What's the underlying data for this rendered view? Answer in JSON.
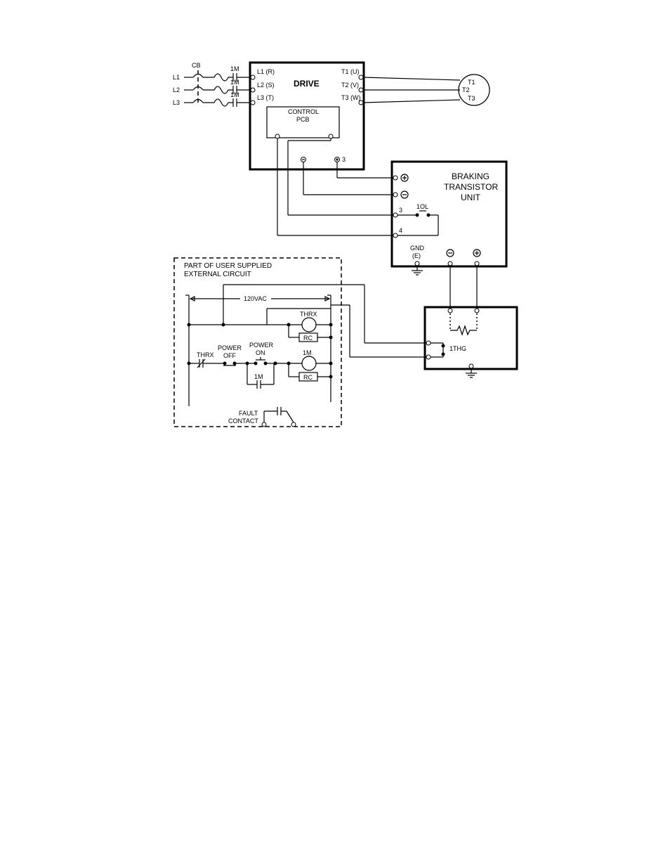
{
  "labels": {
    "cb": "CB",
    "l1": "L1",
    "l2": "L2",
    "l3": "L3",
    "m1a": "1M",
    "m1b": "1M",
    "m1c": "1M",
    "in1": "L1 (R)",
    "in2": "L2 (S)",
    "in3": "L3 (T)",
    "drive": "DRIVE",
    "out1": "T1 (U)",
    "out2": "T2 (V)",
    "out3": "T3 (W)",
    "control1": "CONTROL",
    "control2": "PCB",
    "m_t1": "T1",
    "m_t2": "T2",
    "m_t3": "T3",
    "drv_minus": "⊖",
    "drv_plus": "⊕",
    "drv_3": "3",
    "brk1": "BRAKING",
    "brk2": "TRANSISTOR",
    "brk3": "UNIT",
    "b_plus": "⊕",
    "b_minus": "⊖",
    "b_3": "3",
    "b_4": "4",
    "ol": "1OL",
    "gnd1": "GND",
    "gnd2": "(E)",
    "bot_minus": "⊖",
    "bot_plus": "⊕",
    "ext1": "PART OF USER SUPPLIED",
    "ext2": "EXTERNAL CIRCUIT",
    "vac": "120VAC",
    "thrx_coil": "THRX",
    "rc1": "RC",
    "thrx_cont": "THRX",
    "poff1": "POWER",
    "poff2": "OFF",
    "pon1": "POWER",
    "pon2": "ON",
    "m1_hold": "1M",
    "m1_coil": "1M",
    "rc2": "RC",
    "fault1": "FAULT",
    "fault2": "CONTACT",
    "thg": "1THG"
  }
}
